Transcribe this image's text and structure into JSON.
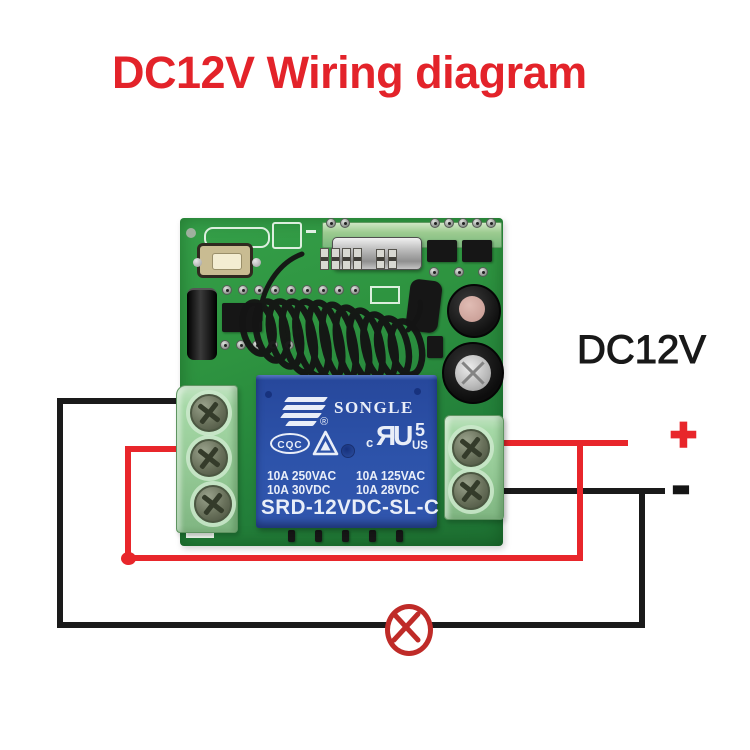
{
  "title": "DC12V Wiring diagram",
  "labels": {
    "power": "DC12V",
    "plus": "+",
    "minus": "-"
  },
  "board": {
    "relay": {
      "brand": "SONGLE",
      "registered_mark": "®",
      "cqc_mark": "CQC",
      "ul_prefix": "c",
      "ul_monogram": "ЯU",
      "ul_number": "5",
      "ul_suffix": "US",
      "ratings": [
        [
          "10A 250VAC",
          "10A 125VAC"
        ],
        [
          "10A 30VDC",
          "10A 28VDC"
        ]
      ],
      "model": "SRD-12VDC-SL-C"
    }
  },
  "icons": {
    "lamp_symbol": "load-lamp (circle with X)"
  },
  "colors": {
    "title_red": "#e3232a",
    "wire_red": "#e8262b",
    "wire_black": "#1a1a1a",
    "pcb_green": "#2e9440",
    "terminal_green": "#9fd4a2",
    "relay_blue": "#2b51a7",
    "lamp_red": "#bf2b28",
    "power_label_black": "#191919"
  }
}
